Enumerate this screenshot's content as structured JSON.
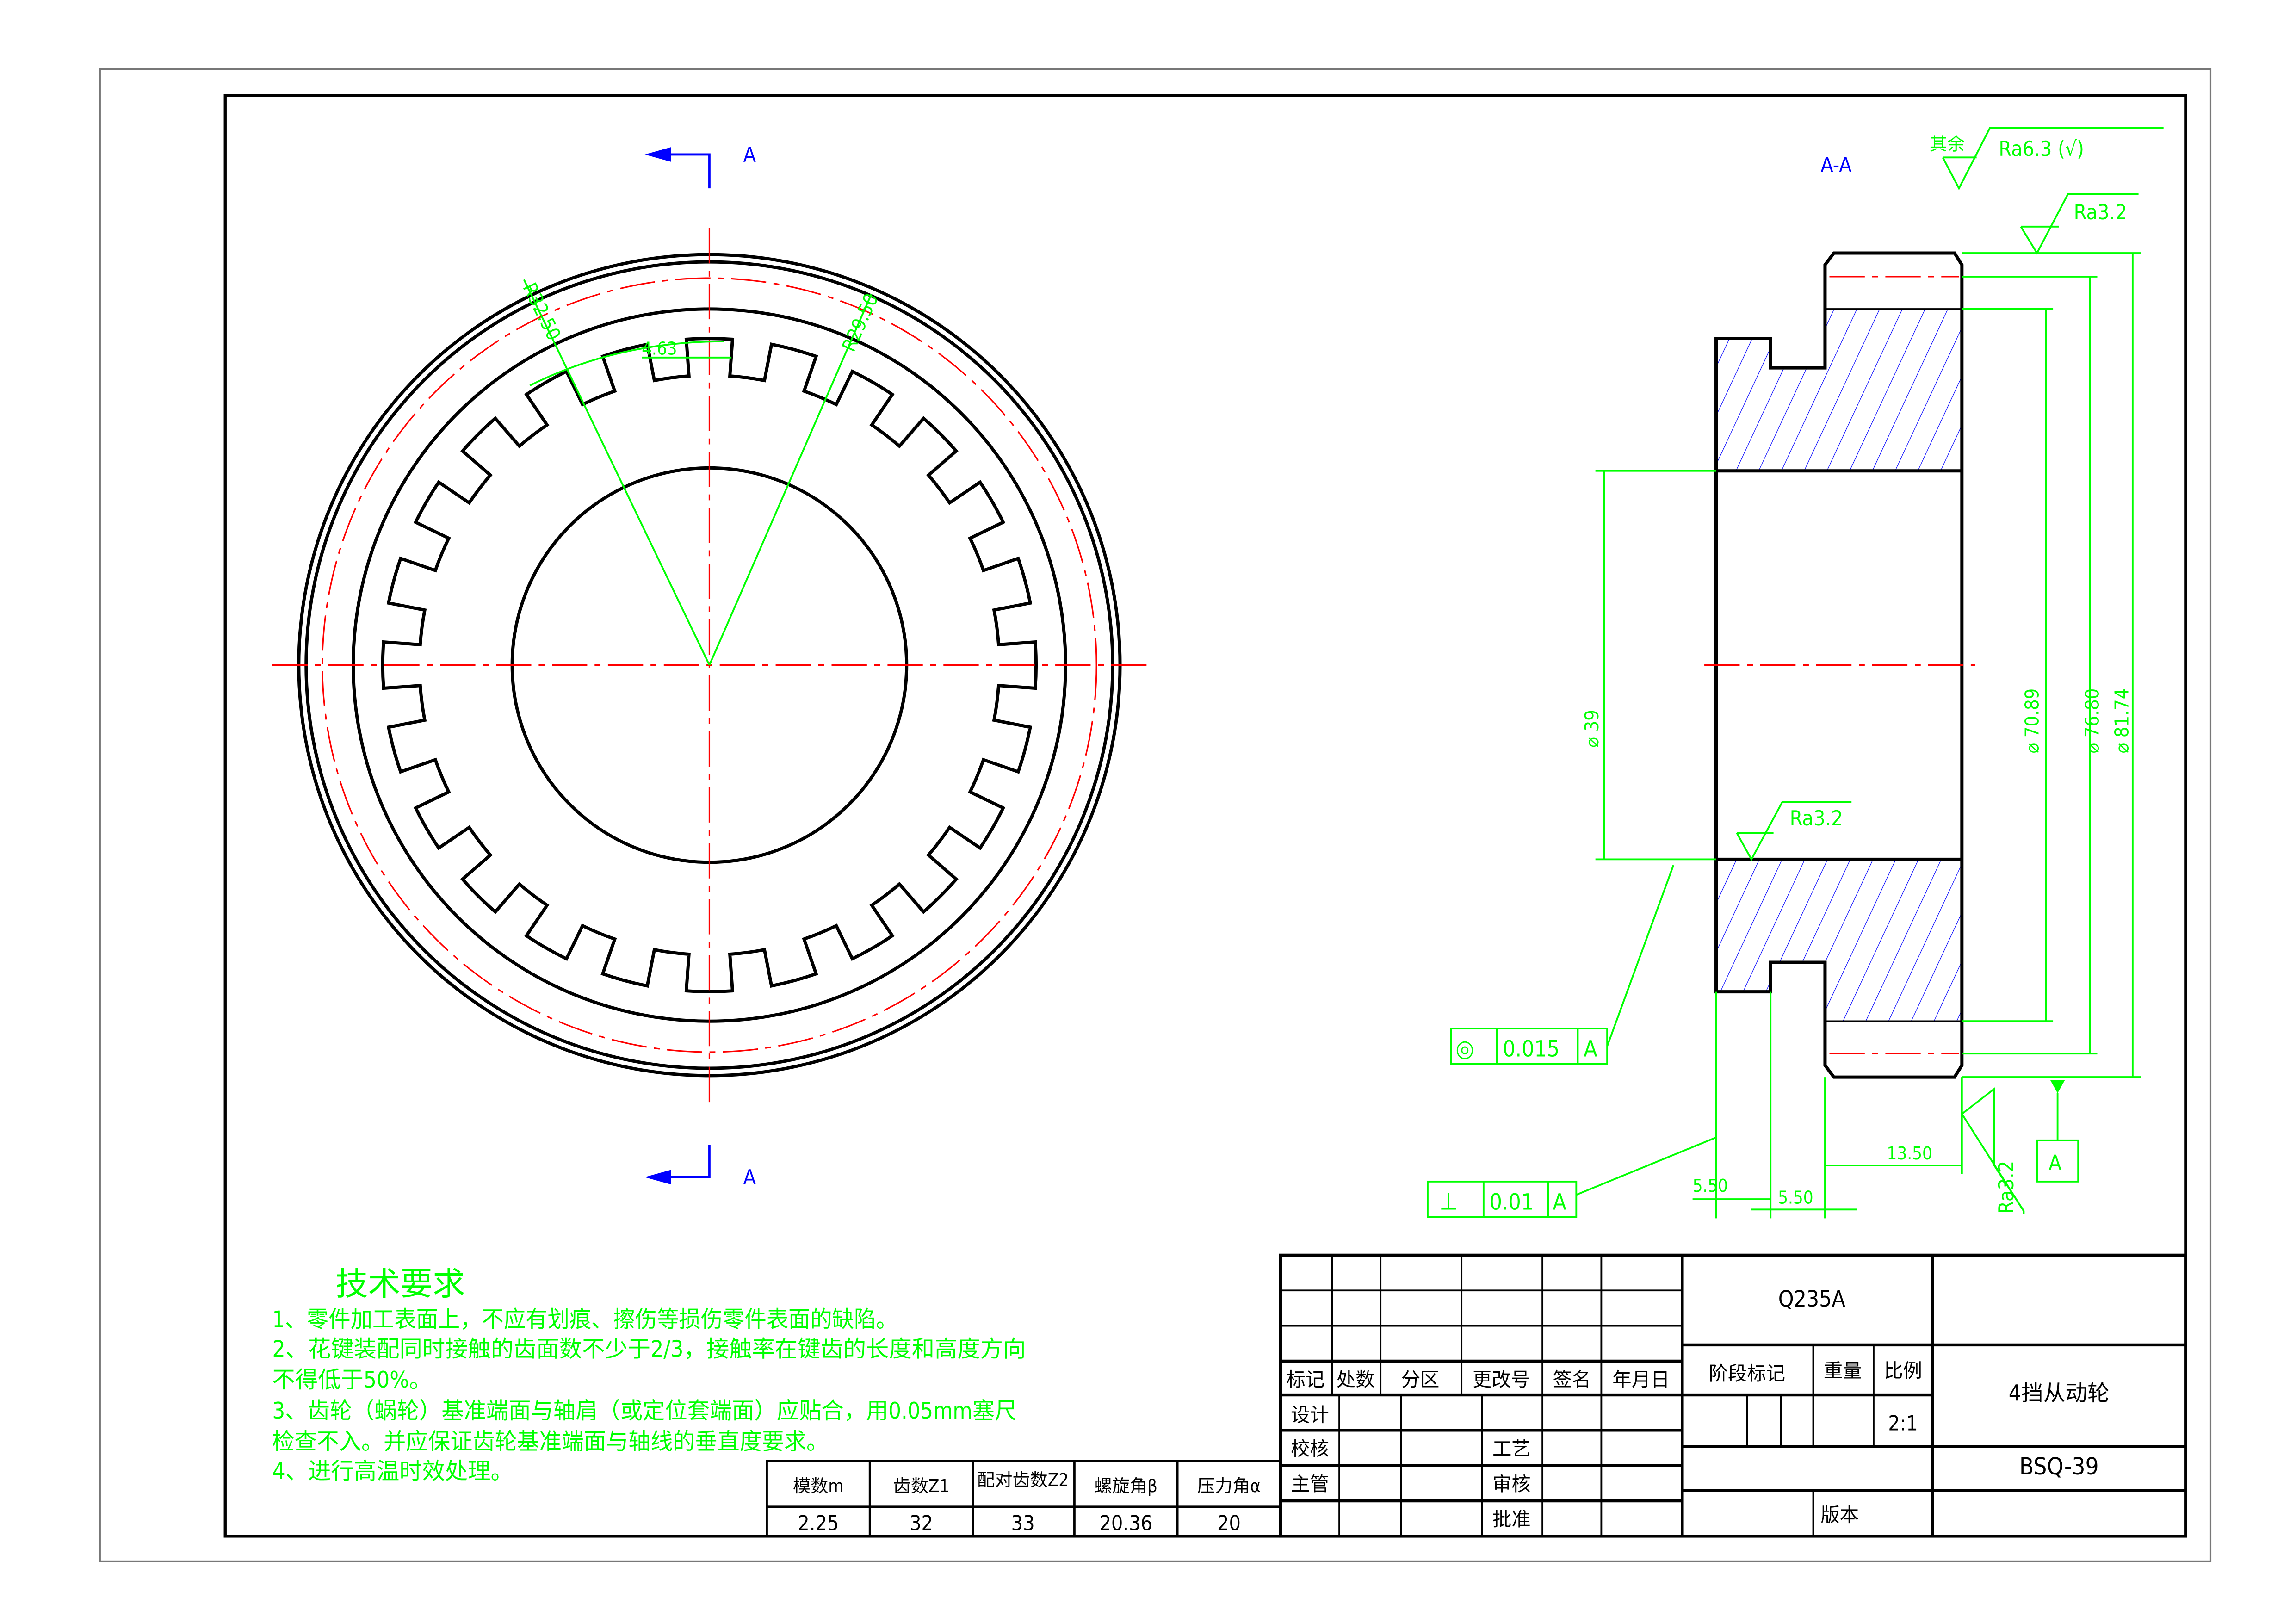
{
  "colors": {
    "dimension": "#00ff00",
    "outline": "#000000",
    "centerline": "#ff0000",
    "section": "#0000ff"
  },
  "front_view": {
    "section_mark_top": "A",
    "section_mark_bottom": "A",
    "dim_r_outer": "R32.50",
    "dim_r_inner": "R29.50",
    "dim_key_width": "4.63",
    "spline_teeth": 24
  },
  "section_view": {
    "title": "A-A",
    "roughness_other_prefix": "其余",
    "roughness_other": "Ra6.3 (√)",
    "roughness_top": "Ra3.2",
    "roughness_bore": "Ra3.2",
    "roughness_face": "Ra3.2",
    "dim_bore": "⌀ 39",
    "dim_d1": "⌀ 70.89",
    "dim_d2": "⌀ 76.80",
    "dim_d3": "⌀ 81.74",
    "dim_groove1": "5.50",
    "dim_groove2": "5.50",
    "dim_width": "13.50",
    "fcf_concentricity": {
      "symbol": "◎",
      "value": "0.015",
      "datum": "A"
    },
    "fcf_perpendicularity": {
      "symbol": "⊥",
      "value": "0.01",
      "datum": "A"
    },
    "datum_label": "A"
  },
  "tech_requirements": {
    "title": "技术要求",
    "lines": [
      "1、零件加工表面上，不应有划痕、擦伤等损伤零件表面的缺陷。",
      "2、花键装配同时接触的齿面数不少于2/3，接触率在键齿的长度和高度方向",
      "不得低于50%。",
      "3、齿轮（蜗轮）基准端面与轴肩（或定位套端面）应贴合，用0.05mm塞尺",
      "检查不入。并应保证齿轮基准端面与轴线的垂直度要求。",
      "4、进行高温时效处理。"
    ]
  },
  "gear_params": {
    "headers": [
      "模数m",
      "齿数Z1",
      "配对齿数Z2",
      "螺旋角β",
      "压力角α"
    ],
    "values": [
      "2.25",
      "32",
      "33",
      "20.36",
      "20"
    ]
  },
  "title_block": {
    "material": "Q235A",
    "part_name": "4挡从动轮",
    "drawing_no": "BSQ-39",
    "scale": "2:1",
    "labels": {
      "mark": "标记",
      "count": "处数",
      "zone": "分区",
      "change_no": "更改号",
      "sign": "签名",
      "date": "年月日",
      "design": "设计",
      "check": "校核",
      "supervisor": "主管",
      "process": "工艺",
      "review": "审核",
      "approve": "批准",
      "stage_mark": "阶段标记",
      "weight": "重量",
      "scale": "比例",
      "version": "版本"
    }
  }
}
